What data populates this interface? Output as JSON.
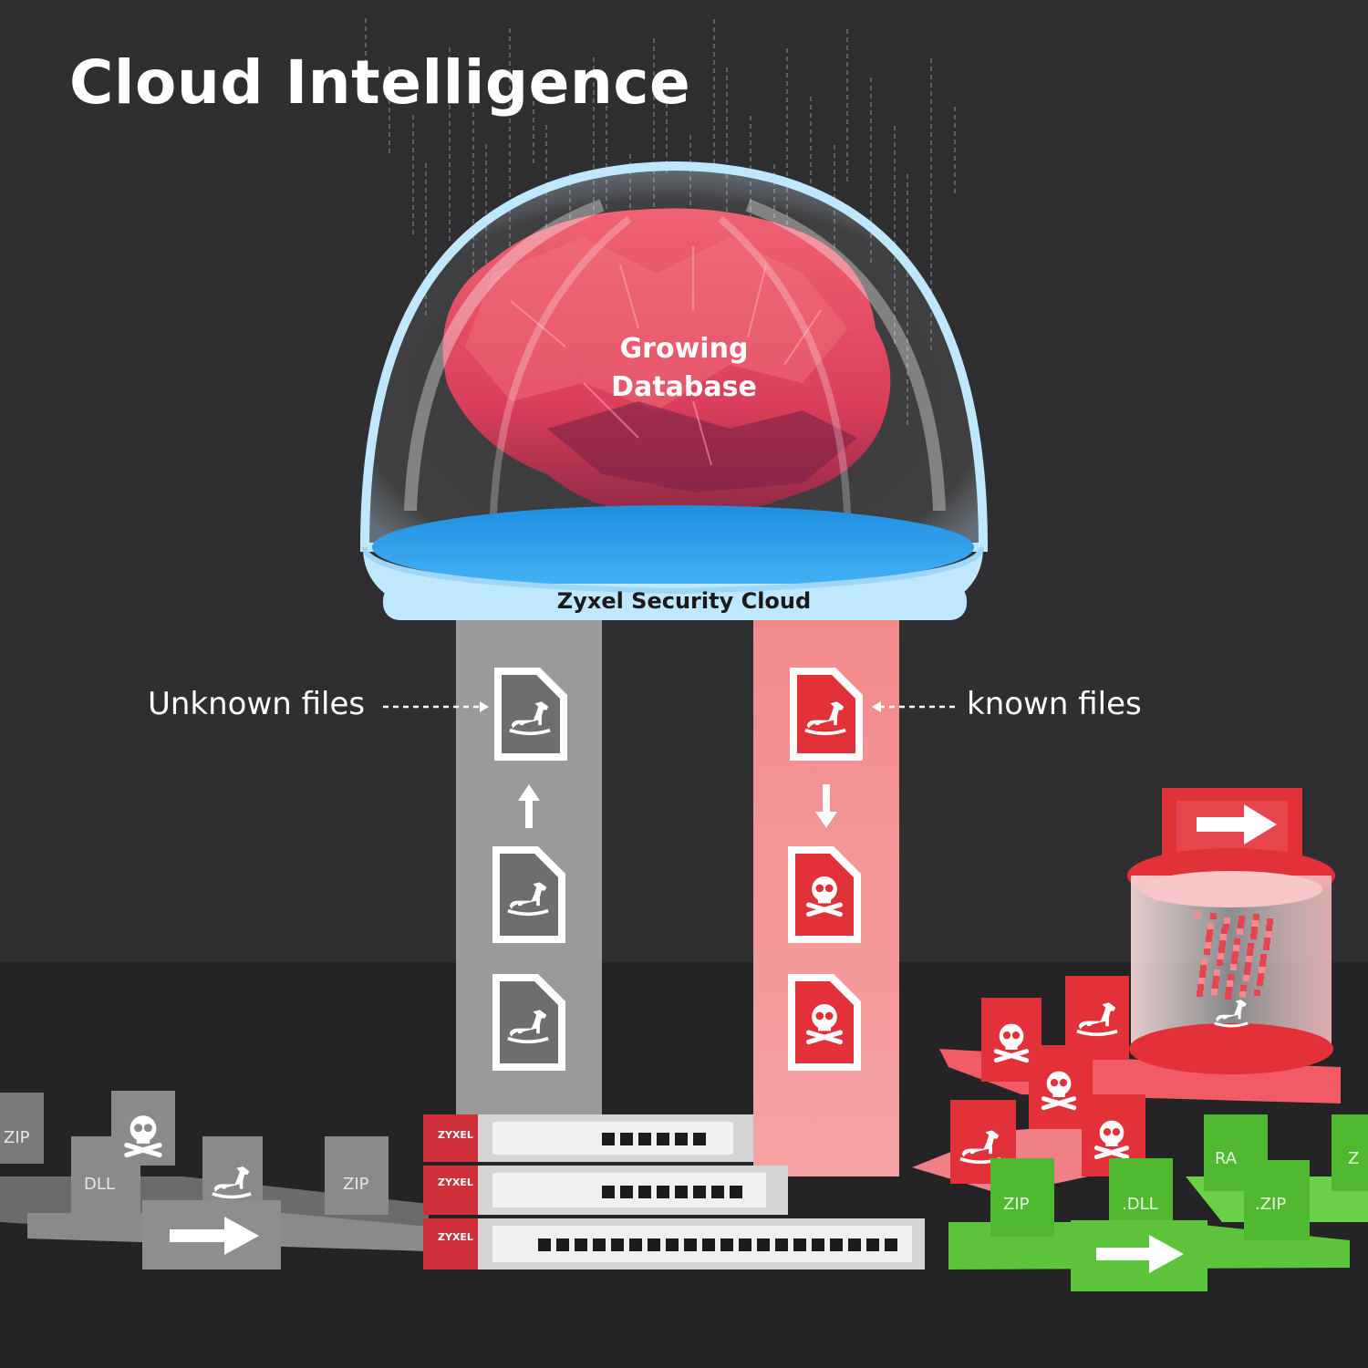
{
  "title": "Cloud Intelligence",
  "cloud": {
    "brain_label_line1": "Growing",
    "brain_label_line2": "Database",
    "name": "Zyxel Security Cloud"
  },
  "flows": {
    "unknown_label": "Unknown files",
    "known_label": "known files"
  },
  "devices": {
    "brand": "ZYXEL"
  },
  "file_tags": {
    "zip": "ZIP",
    "dll": "DLL",
    "dll_dot": ".DLL",
    "zip_dot": ".ZIP",
    "rar_partial": "RA",
    "z_partial": "Z"
  },
  "icons": [
    "horse-icon",
    "skull-icon",
    "arrow-right-icon",
    "arrow-up-icon",
    "arrow-down-icon"
  ],
  "colors": {
    "background": "#2f2f31",
    "floor": "#242426",
    "unknown": "#9a9a9a",
    "known": "#e8323c",
    "clean": "#5cc33a",
    "cloud": "#3aa6ea",
    "brain": "#e24a62"
  }
}
